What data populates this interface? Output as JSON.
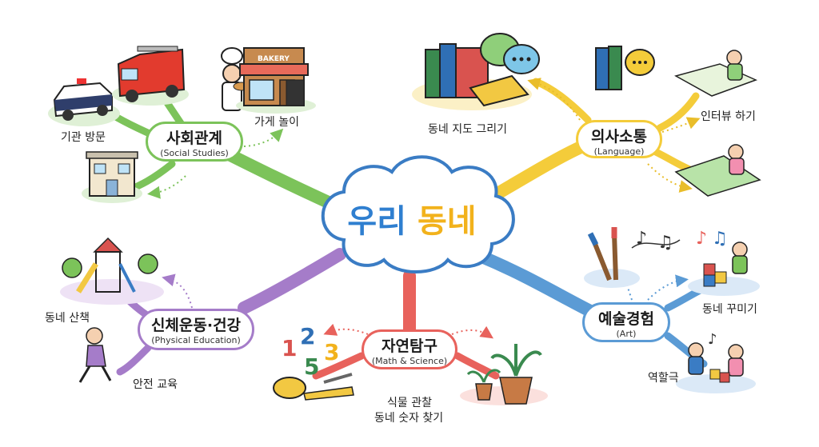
{
  "center": {
    "part1": "우리",
    "part2": "동네"
  },
  "colors": {
    "social": "#7cc35a",
    "language": "#f4cc3a",
    "physical": "#a57cc9",
    "science": "#e8625c",
    "art": "#5b9bd5",
    "center": "#3a7cc4"
  },
  "social": {
    "title": "사회관계",
    "subtitle": "(Social Studies)",
    "leaves": [
      "기관 방문",
      "가게 놀이"
    ],
    "sign": "BAKERY"
  },
  "language": {
    "title": "의사소통",
    "subtitle": "(Language)",
    "leaves": [
      "동네 지도 그리기",
      "인터뷰 하기"
    ]
  },
  "physical": {
    "title": "신체운동·건강",
    "subtitle": "(Physical Education)",
    "leaves": [
      "동네 산책",
      "안전 교육"
    ]
  },
  "science": {
    "title": "자연탐구",
    "subtitle": "(Math & Science)",
    "leaves": [
      "식물 관찰",
      "동네 숫자 찾기"
    ],
    "numbers": [
      "1",
      "2",
      "3",
      "5"
    ]
  },
  "art": {
    "title": "예술경험",
    "subtitle": "(Art)",
    "leaves": [
      "동네 꾸미기",
      "역할극"
    ]
  }
}
